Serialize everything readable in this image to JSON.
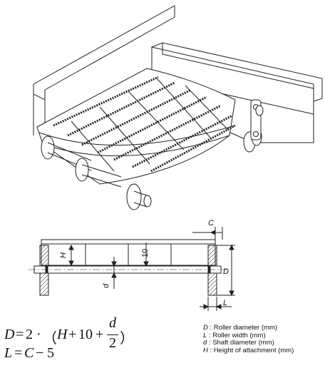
{
  "diagram": {
    "dim_labels": {
      "C": "C",
      "H": "H",
      "ten": "10",
      "d": "d",
      "D": "D",
      "L": "L"
    }
  },
  "formulas": {
    "D_lhs": "D",
    "D_eq": "=",
    "D_two": "2",
    "D_dot": "·",
    "D_open": "（",
    "D_H": "H",
    "D_plus1": "+",
    "D_ten": "10",
    "D_plus2": "+",
    "D_frac_num": "d",
    "D_frac_den": "2",
    "D_close": "）",
    "L_lhs": "L",
    "L_eq": "=",
    "L_C": "C",
    "L_minus": "−",
    "L_five": "5"
  },
  "legend": [
    {
      "symbol": "D",
      "text": ": Roller diameter (mm)"
    },
    {
      "symbol": "L",
      "text": ": Roller width (mm)"
    },
    {
      "symbol": "d",
      "text": ": Shaft diameter (mm)"
    },
    {
      "symbol": "H",
      "text": ": Height of attachment (mm)"
    }
  ]
}
